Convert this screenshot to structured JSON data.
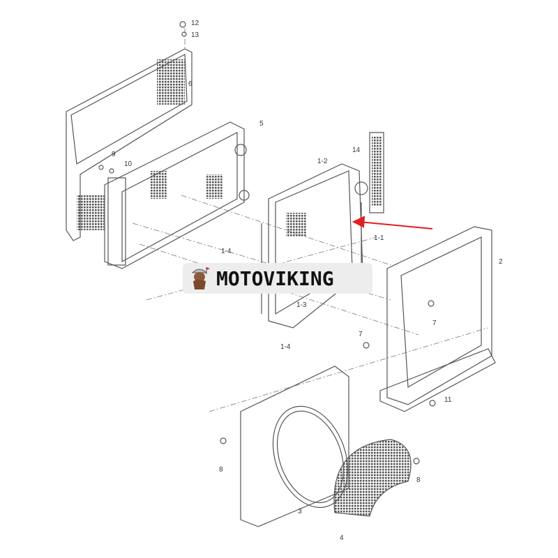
{
  "brand": {
    "name": "MOTOVIKING",
    "icon": "viking-mascot-icon"
  },
  "colors": {
    "line": "#555555",
    "arrow": "#e02020"
  },
  "part_labels": [
    "12",
    "13",
    "6",
    "5",
    "9",
    "10",
    "14",
    "1-2",
    "1-1",
    "2",
    "1-4",
    "1-3",
    "1-4",
    "7",
    "7",
    "11",
    "8",
    "8",
    "3",
    "4"
  ]
}
